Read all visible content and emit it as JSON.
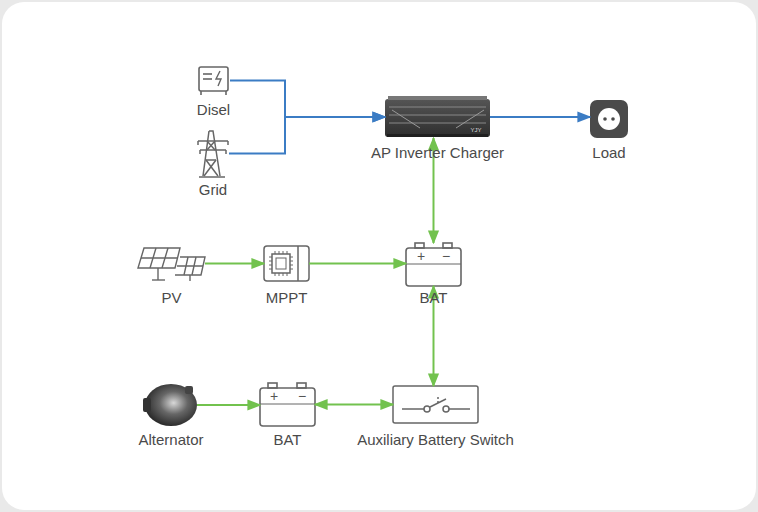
{
  "diagram": {
    "nodes": [
      {
        "text": [
          "Disel"
        ]
      },
      {
        "text": [
          "Grid"
        ]
      },
      {
        "text": [
          "AP Inverter Charger"
        ]
      },
      {
        "text": [
          "Load"
        ]
      },
      {
        "text": [
          "PV"
        ]
      },
      {
        "text": [
          "MPPT"
        ]
      },
      {
        "text": [
          "BAT"
        ]
      },
      {
        "text": [
          "Alternator"
        ]
      },
      {
        "text": [
          "BAT"
        ]
      },
      {
        "text": [
          "Auxiliary Battery Switch"
        ]
      }
    ],
    "edges": [
      {
        "from": 0,
        "to": 2,
        "arrow": "to"
      },
      {
        "from": 1,
        "to": 2,
        "arrow": "to"
      },
      {
        "from": 2,
        "to": 3,
        "arrow": "to"
      },
      {
        "from": 4,
        "to": 5,
        "arrow": "to"
      },
      {
        "from": 5,
        "to": 6,
        "arrow": "to"
      },
      {
        "from": 6,
        "to": 2,
        "arrow": "both"
      },
      {
        "from": 6,
        "to": 9,
        "arrow": "both"
      },
      {
        "from": 7,
        "to": 8,
        "arrow": "to"
      },
      {
        "from": 8,
        "to": 9,
        "arrow": "both"
      }
    ],
    "labels": [
      "+",
      "−",
      "+",
      "−",
      "YJY"
    ]
  }
}
